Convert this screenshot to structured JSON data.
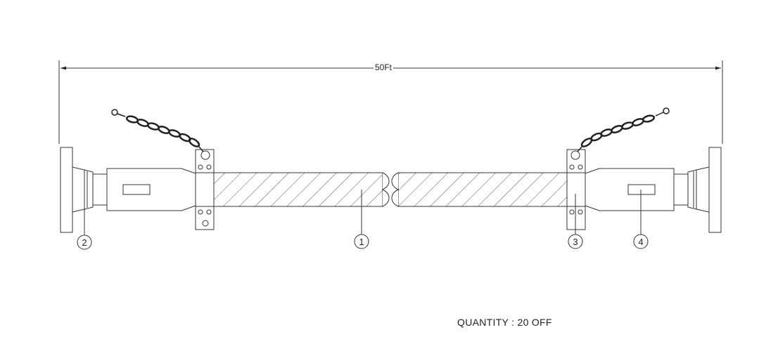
{
  "drawing": {
    "dimension_label": "50Ft",
    "quantity_label": "QUANTITY",
    "quantity_separator": ":",
    "quantity_value": "20 OFF",
    "quantity_text": "QUANTITY : 20 OFF",
    "balloons": [
      "1",
      "2",
      "3",
      "4"
    ],
    "line_color": "#333333",
    "hatch_color": "#555555"
  }
}
